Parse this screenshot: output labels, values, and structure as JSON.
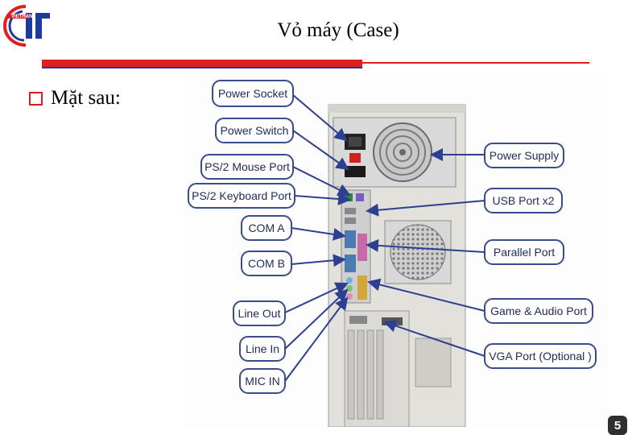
{
  "slide": {
    "title": "Vỏ máy (Case)",
    "bullet": "Mặt sau:",
    "page_number": "5",
    "logo_text": "VIETHAN"
  },
  "labels": {
    "power_socket": "Power Socket",
    "power_switch": "Power Switch",
    "ps2_mouse": "PS/2 Mouse Port",
    "ps2_keyboard": "PS/2 Keyboard Port",
    "com_a": "COM A",
    "com_b": "COM B",
    "line_out": "Line Out",
    "line_in": "Line In",
    "mic_in": "MIC IN",
    "power_supply": "Power Supply",
    "usb": "USB Port x2",
    "parallel": "Parallel Port",
    "game_audio": "Game & Audio Port",
    "vga": "VGA Port (Optional )"
  },
  "colors": {
    "accent_red": "#e0201c",
    "accent_blue": "#1f3a9e",
    "label_border": "#3b4c8c",
    "arrow": "#2c3f91"
  }
}
